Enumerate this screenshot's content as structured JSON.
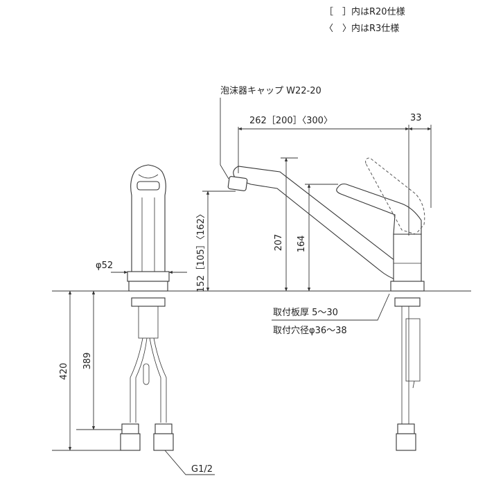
{
  "legend": {
    "r20": "［　］内はR20仕様",
    "r3": "〈　〉内はR3仕様"
  },
  "labels": {
    "aerator": "泡沫器キャップ W22-20",
    "spout_length": "262［200］〈300〉",
    "handle_offset": "33",
    "spout_height": "152［105］〈162〉",
    "total_height": "207",
    "handle_height": "164",
    "diameter": "φ52",
    "hose_total": "420",
    "hose_length": "389",
    "plate_thickness": "取付板厚 5～30",
    "hole_diameter": "取付穴径φ36～38",
    "thread": "G1/2"
  }
}
